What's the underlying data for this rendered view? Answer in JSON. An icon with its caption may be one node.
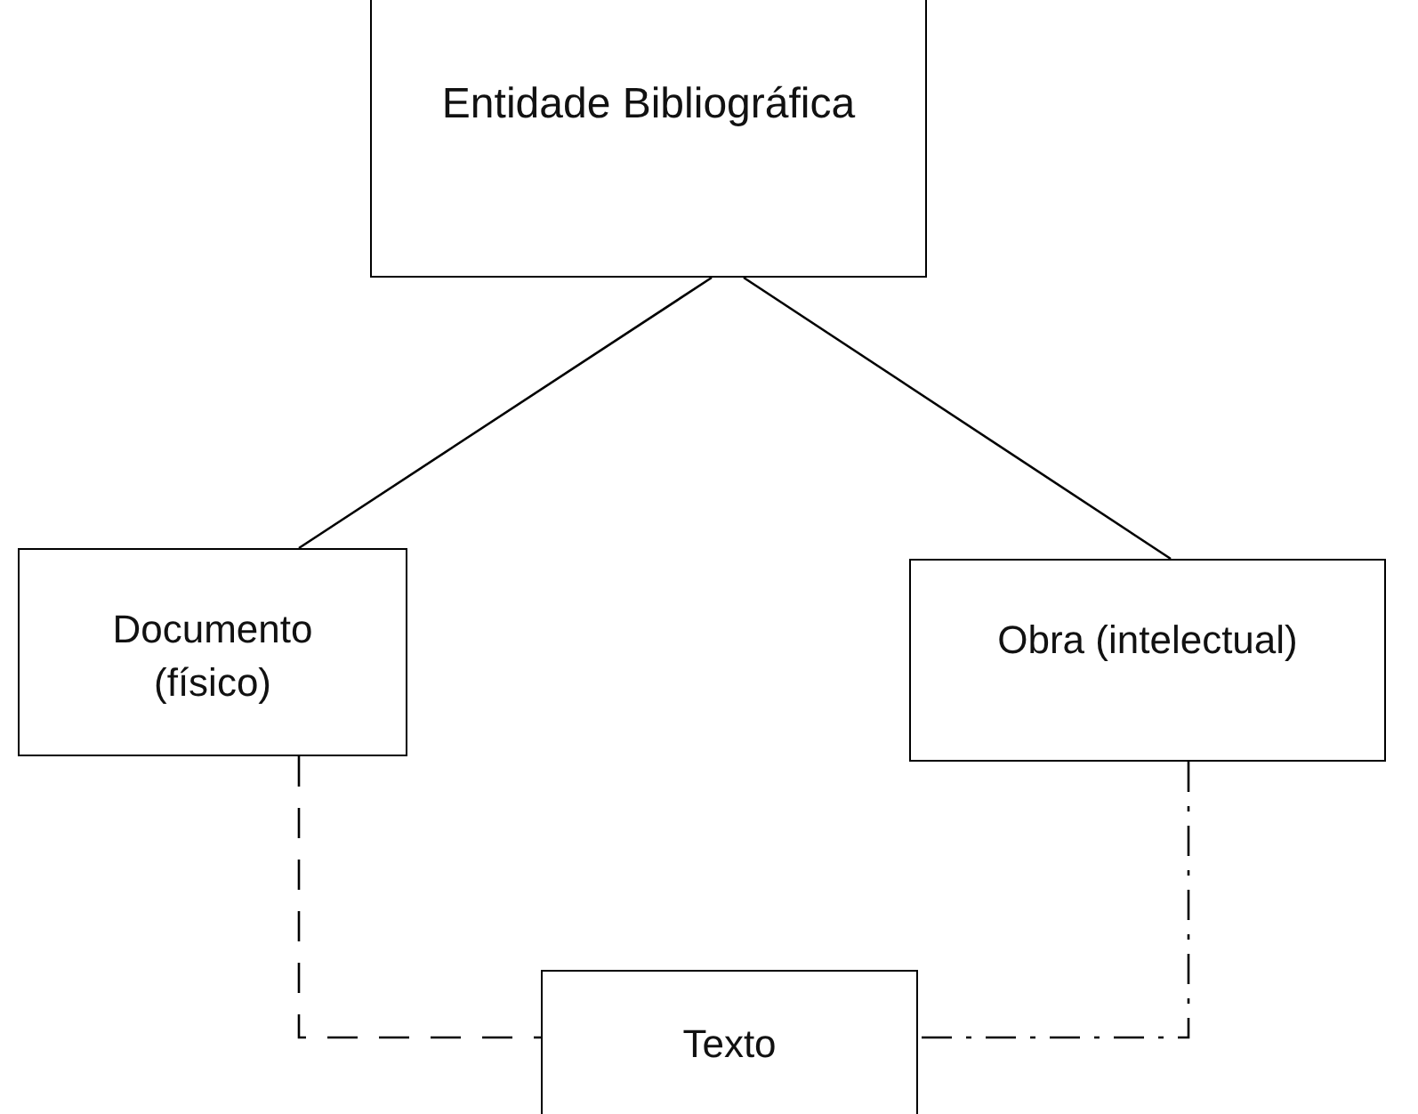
{
  "diagram": {
    "nodes": [
      {
        "text": [
          "Entidade Bibliográfica"
        ]
      },
      {
        "text": [
          "Documento (físico)"
        ]
      },
      {
        "text": [
          "Obra (intelectual)"
        ]
      },
      {
        "text": [
          "Texto"
        ]
      }
    ],
    "edges": [
      {
        "from": 0,
        "to": 1,
        "arrow": "none"
      },
      {
        "from": 0,
        "to": 2,
        "arrow": "none"
      },
      {
        "from": 1,
        "to": 3,
        "arrow": "none",
        "style": "dashed"
      },
      {
        "from": 2,
        "to": 3,
        "arrow": "none",
        "style": "dashed"
      }
    ]
  }
}
